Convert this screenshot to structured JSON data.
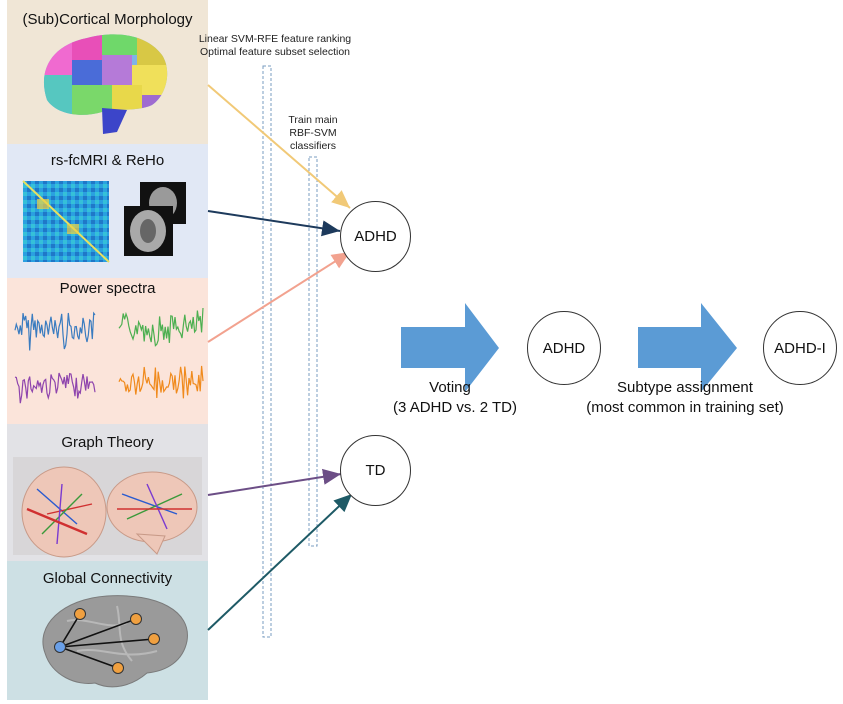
{
  "panels": [
    {
      "title": "(Sub)Cortical Morphology",
      "color": "#f0e6d6",
      "arrow_color": "#f1c977"
    },
    {
      "title": "rs-fcMRI & ReHo",
      "color": "#e1e8f5",
      "arrow_color": "#1d3a5c"
    },
    {
      "title": "Power spectra",
      "color": "#fbe4da",
      "arrow_color": "#f2a28f"
    },
    {
      "title": "Graph Theory",
      "color": "#e2e2e6",
      "arrow_color": "#6c4e86"
    },
    {
      "title": "Global Connectivity",
      "color": "#cde0e4",
      "arrow_color": "#1e5a66"
    }
  ],
  "stages": {
    "ranking_line1": "Linear SVM-RFE feature ranking",
    "ranking_line2": "Optimal feature subset selection",
    "train_line1": "Train main",
    "train_line2": "RBF-SVM",
    "train_line3": "classifiers"
  },
  "nodes": {
    "adhd_top": "ADHD",
    "td": "TD",
    "adhd_vote": "ADHD",
    "adhd_i": "ADHD-I"
  },
  "captions": {
    "voting_line1": "Voting",
    "voting_line2": "(3 ADHD vs. 2 TD)",
    "subtype_line1": "Subtype assignment",
    "subtype_line2": "(most common in training set)"
  },
  "colors": {
    "big_arrow": "#5b9bd5",
    "dashed_box": "#7a9cc0"
  },
  "spectra_colors": [
    "#3a7cc0",
    "#4caf50",
    "#8e44ad",
    "#f08a1c"
  ]
}
